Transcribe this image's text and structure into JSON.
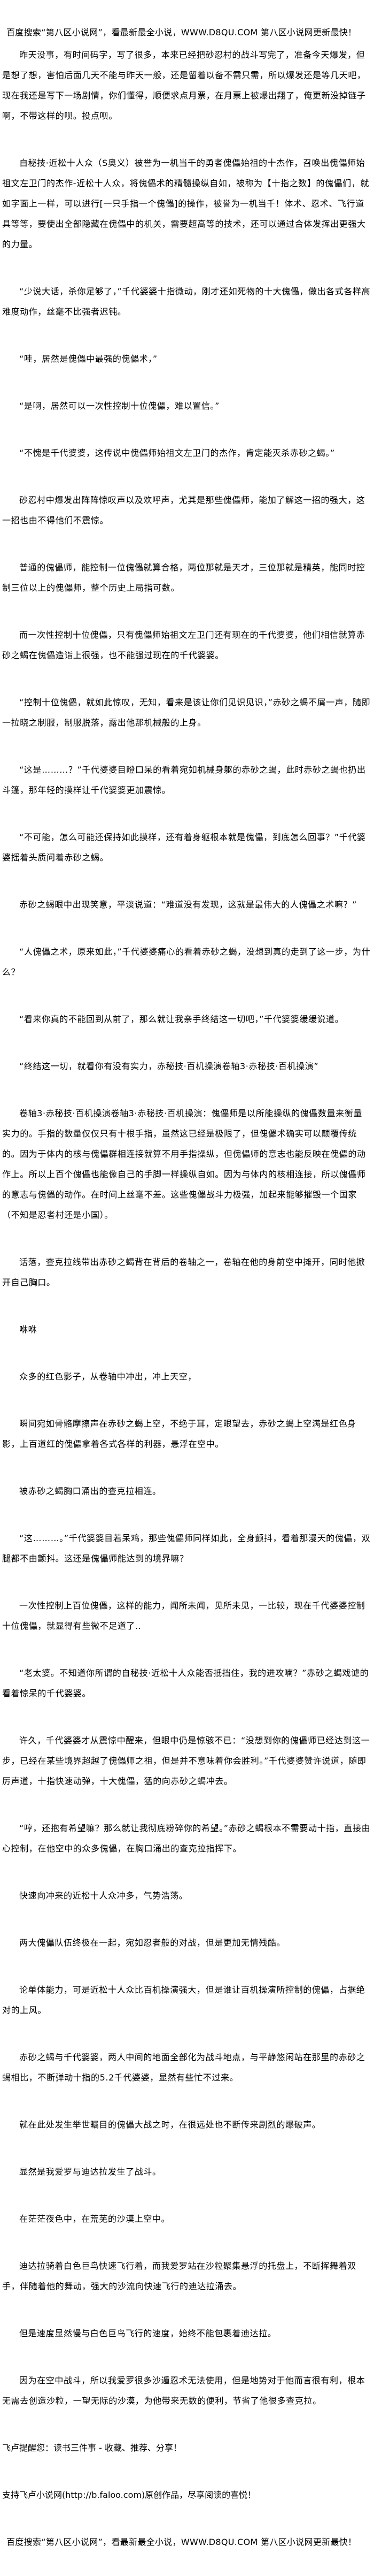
{
  "header": {
    "banner": "百度搜索“第八区小说网”，看最新最全小说，WWW.D8QU.COM   第八区小说网更新最快！"
  },
  "paragraphs": [
    "昨天没事，有时间码字，写了很多，本来已经把砂忍村的战斗写完了，准备今天爆发，但是想了想，害怕后面几天不能与昨天一般，还是留着以备不需只需，所以爆发还是等几天吧，现在我还是写下一场剧情，你们懂得，顺便求点月票，在月票上被爆出翔了，俺更新没掉链子啊，不带这样的呗。投点呗。",
    "自秘技·近松十人众（S奥义）被誉为一机当千的勇者傀儡始祖的十杰作，召唤出傀儡师始祖文左卫门的杰作-近松十人众，将傀儡术的精髓操纵自如，被称为【十指之数】的傀儡们，就如字面上一样，可以进行[一只手指一个傀儡]的操作，被誉为一机当千！体术、忍术、飞行道具等等，要使出全部隐藏在傀儡中的机关，需要超高等的技术，还可以通过合体发挥出更强大的力量。",
    "“少说大话，杀你足够了，”千代婆婆十指微动，刚才还如死物的十大傀儡，做出各式各样高难度动作，丝毫不比强者迟钝。",
    "“哇，居然是傀儡中最强的傀儡术，”",
    "“是啊，居然可以一次性控制十位傀儡，难以置信。”",
    "“不愧是千代婆婆，这传说中傀儡师始祖文左卫门的杰作，肯定能灭杀赤砂之蝎。”",
    "砂忍村中爆发出阵阵惊叹声以及欢呼声，尤其是那些傀儡师，能加了解这一招的强大，这一招也由不得他们不震惊。",
    "普通的傀儡师，能控制一位傀儡就算合格，两位那就是天才，三位那就是精英，能同时控制三位以上的傀儡师，整个历史上局指可数。",
    "而一次性控制十位傀儡，只有傀儡师始祖文左卫门还有现在的千代婆婆，他们相信就算赤砂之蝎在傀儡造诣上很强，也不能强过现在的千代婆婆。",
    "“控制十位傀儡，就如此惊叹，无知，看来是该让你们见识见识，”赤砂之蝎不屑一声，随即一拉晓之制服，制服脱落，露出他那机械般的上身。",
    "“这是………？”千代婆婆目瞪口呆的看着宛如机械身躯的赤砂之蝎，此时赤砂之蝎也扔出斗篷，那年轻的摸样让千代婆婆更加震惊。",
    "“不可能，怎么可能还保持如此摸样，还有着身躯根本就是傀儡，到底怎么回事？”千代婆婆摇着头质问着赤砂之蝎。",
    "赤砂之蝎眼中出现笑意，平淡说道：“难道没有发现，这就是最伟大的人傀儡之术嘛？”",
    "“人傀儡之术，原来如此，”千代婆婆痛心的看着赤砂之蝎，没想到真的走到了这一步，为什么？",
    "“看来你真的不能回到从前了，那么就让我亲手终结这一切吧，”千代婆婆缓缓说道。",
    "“终结这一切，就看你有没有实力，赤秘技·百机操演卷轴3·赤秘技·百机操演”",
    "卷轴3·赤秘技·百机操演卷轴3·赤秘技·百机操演：傀儡师是以所能操纵的傀儡数量来衡量实力的。手指的数量仅仅只有十根手指，虽然这已经是极限了，但傀儡术确实可以颠覆传统的。因为于体内的核与傀儡群相连接就算不用手指操纵，但傀儡师的意志也能反映在傀儡的动作上。所以上百个傀儡也能像自己的手脚一样操纵自如。因为与体内的核相连接，所以傀儡师的意志与傀儡的动作。在时间上丝毫不差。这些傀儡战斗力极强，加起来能够摧毁一个国家（不知是忍者村还是小国）。",
    "话落，查克拉线带出赤砂之蝎背在背后的卷轴之一，卷轴在他的身前空中摊开，同时他掀开自己胸口。",
    "咻咻",
    "众多的红色影子，从卷轴中冲出，冲上天空，",
    "瞬间宛如骨骼摩擦声在赤砂之蝎上空，不绝于耳，定眼望去，赤砂之蝎上空满是红色身影，上百道红的傀儡拿着各式各样的利器，悬浮在空中。",
    "被赤砂之蝎胸口涌出的查克拉相连。",
    "“这………。”千代婆婆目若呆鸡，那些傀儡师同样如此，全身颤抖，看着那漫天的傀儡，双腿都不由颤抖。这还是傀儡师能达到的境界嘛？",
    "一次性控制上百位傀儡，这样的能力，闻所未闻，见所未见，一比较，现在千代婆婆控制十位傀儡，就显得有些微不足道了..",
    "“老太婆。不知道你所谓的自秘技·近松十人众能否抵挡住，我的进攻喃？”赤砂之蝎戏谑的看着惊呆的千代婆婆。",
    "许久，千代婆婆才从震惊中醒来，但眼中仍是惊骇不已：“没想到你的傀儡师已经达到这一步，已经在某些境界超越了傀儡师之祖，但是并不意味着你会胜利。”千代婆婆赞许说道，随即厉声道，十指快速动弹，十大傀儡，猛的向赤砂之蝎冲去。",
    "“哼，还抱有希望嘛？那么就让我彻底粉碎你的希望。”赤砂之蝎根本不需要动十指，直接由心控制，在他空中的众多傀儡，在胸口涌出的查克拉指挥下。",
    "快速向冲来的近松十人众冲多，气势浩荡。",
    "两大傀儡队伍终极在一起，宛如忍者般的对战，但是更加无情残酷。",
    "论单体能力，可是近松十人众比百机操演强大，但是谁让百机操演所控制的傀儡，占据绝对的上风。",
    "赤砂之蝎与千代婆婆，两人中间的地面全部化为战斗地点，与平静悠闲站在那里的赤砂之蝎相比，不断弹动十指的5.2千代婆婆，显然有些忙不过来。",
    "就在此处发生举世瞩目的傀儡大战之时，在很远处也不断传来剧烈的爆破声。",
    "显然是我爱罗与迪达拉发生了战斗。",
    "在茫茫夜色中，在荒芜的沙漠上空中。",
    "迪达拉骑着白色巨鸟快速飞行着，而我爱罗站在沙粒聚集悬浮的托盘上，不断挥舞着双手，伴随着他的舞动，强大的沙流向快速飞行的迪达拉涌去。",
    "但是速度显然慢与白色巨鸟飞行的速度，始终不能包裹着迪达拉。",
    "因为在空中战斗，所以我爱罗很多沙遁忍术无法使用，但是地势对于他而言很有利，根本无需去创造沙粒，一望无际的沙漠，为他带来无数的便利，节省了他很多查克拉。"
  ],
  "footer": {
    "reminder": "飞卢提醒您：读书三件事 - 收藏、推荐、分享！",
    "support": "支持飞卢小说网(http://b.faloo.com)原创作品，尽享阅读的喜悦！",
    "banner": "百度搜索“第八区小说网”，看最新最全小说，WWW.D8QU.COM   第八区小说网更新最快！"
  }
}
